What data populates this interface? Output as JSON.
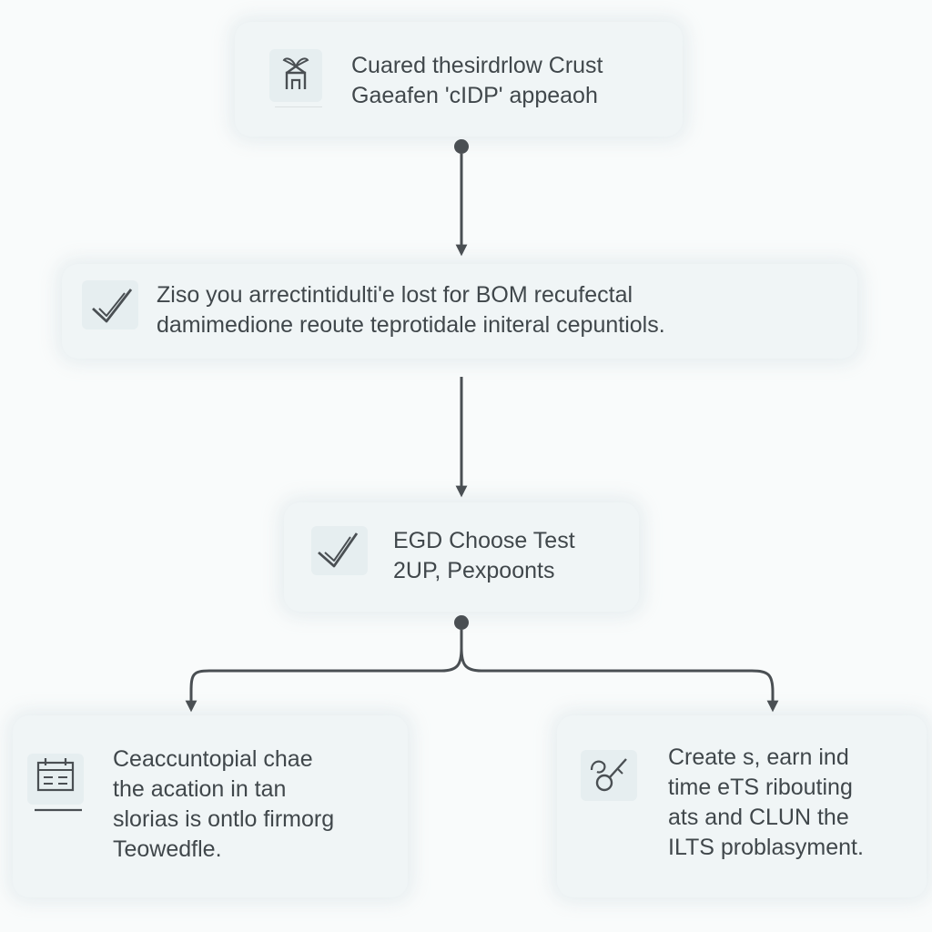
{
  "colors": {
    "background": "#f9fbfb",
    "card": "#f0f5f6",
    "text": "#40474b",
    "connector": "#4a4f53"
  },
  "nodes": [
    {
      "id": "node-top",
      "icon": "building-plant-icon",
      "lines": [
        "Cuared thesirdrlow Crust",
        "Gaeafen 'cIDP' appeaoh"
      ]
    },
    {
      "id": "node-second",
      "icon": "checkmark-icon",
      "lines": [
        "Ziso you arrectintidulti'e lost for BOM recufectal",
        "damimedione reoute teprotidale initeral cepuntiols."
      ]
    },
    {
      "id": "node-third",
      "icon": "checkmark-icon",
      "lines": [
        "EGD Choose Test",
        "2UP, Pexpoonts"
      ]
    },
    {
      "id": "node-left",
      "icon": "calendar-icon",
      "lines": [
        "Ceaccuntopial chae",
        "the acation in tan",
        "slorias is ontlo firmorg",
        "Teowedfle."
      ]
    },
    {
      "id": "node-right",
      "icon": "key-check-icon",
      "lines": [
        "Create s, earn ind",
        "time eTS ribouting",
        "ats and CLUN the",
        "ILTS problasyment."
      ]
    }
  ]
}
